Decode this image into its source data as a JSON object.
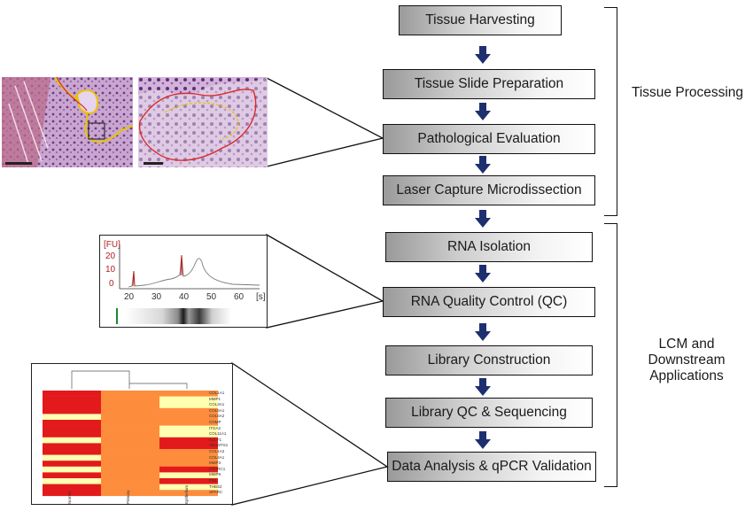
{
  "steps": [
    "Tissue Harvesting",
    "Tissue Slide Preparation",
    "Pathological Evaluation",
    "Laser Capture Microdissection",
    "RNA Isolation",
    "RNA Quality Control (QC)",
    "Library Construction",
    "Library QC & Sequencing",
    "Data Analysis & qPCR Validation"
  ],
  "groups": {
    "tissue_processing": "Tissue Processing",
    "downstream_line1": "LCM and Downstream",
    "downstream_line2": "Applications"
  },
  "electropherogram": {
    "y_unit": "[FU]",
    "x_unit": "[s]",
    "y_ticks": [
      "20",
      "10",
      "0"
    ],
    "x_ticks": [
      "20",
      "30",
      "40",
      "50",
      "60"
    ]
  },
  "heatmap": {
    "genes": [
      "COL1A1",
      "MMP1",
      "COL3A1",
      "COL5A1",
      "COL5A2",
      "COMP",
      "ITGA2",
      "COL11A1",
      "SULF1",
      "ADAMTS1",
      "COL1A2",
      "COL4A1",
      "MMP3",
      "CTHRC1",
      "MMP9",
      "FN1",
      "THBS2",
      "SPARC"
    ],
    "columns": [
      "Normal",
      "Primary",
      "Epithelium"
    ]
  },
  "colors": {
    "arrow": "#1d2f6e",
    "tissue_outline_red": "#d92b2b",
    "tissue_outline_yellow": "#e8c400",
    "tissue_stain": "#8a4f9a",
    "curve": "#7a7a7a",
    "curve_peak": "#c01818",
    "heat_high": "#e31a1c",
    "heat_mid": "#fd8d3c",
    "heat_low": "#ffffb2"
  }
}
